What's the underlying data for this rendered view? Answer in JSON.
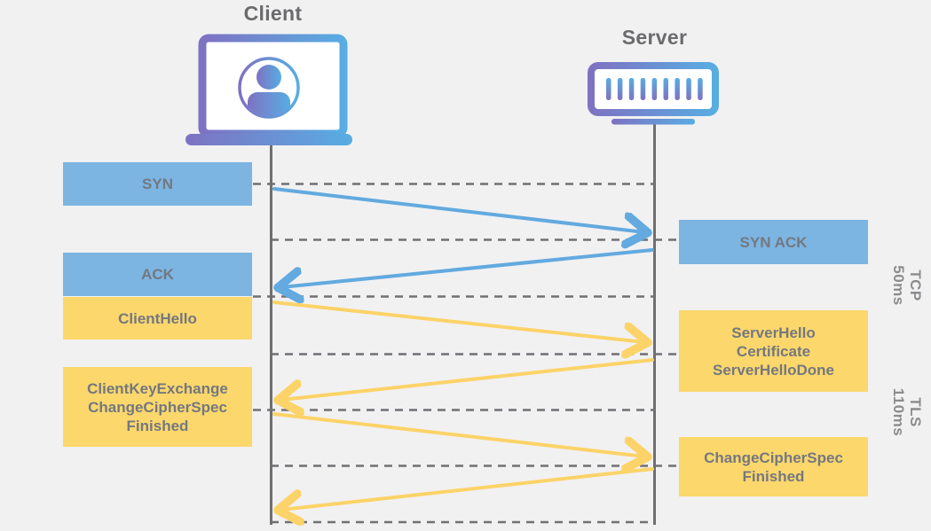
{
  "colors": {
    "background": "#f1f1f2",
    "tcp_box_blue": "#7cb5e2",
    "tls_box_yellow": "#fbd76c",
    "tcp_arrow_blue": "#62aadf",
    "tls_arrow_yellow": "#fcd368",
    "icon_gradient_purple": "#7e72c2",
    "icon_gradient_blue": "#58ade3"
  },
  "actors": {
    "client": {
      "label": "Client"
    },
    "server": {
      "label": "Server"
    }
  },
  "tcp_messages": {
    "syn": "SYN",
    "syn_ack": "SYN ACK",
    "ack": "ACK"
  },
  "tls_messages": {
    "client_hello": "ClientHello",
    "server_hello_lines": [
      "ServerHello",
      "Certificate",
      "ServerHelloDone"
    ],
    "client_key_exchange_lines": [
      "ClientKeyExchange",
      "ChangeCipherSpec",
      "Finished"
    ],
    "change_cipher_spec_lines": [
      "ChangeCipherSpec",
      "Finished"
    ]
  },
  "phases": {
    "tcp": {
      "label": "TCP",
      "duration": "50ms"
    },
    "tls": {
      "label": "TLS",
      "duration": "110ms"
    }
  }
}
